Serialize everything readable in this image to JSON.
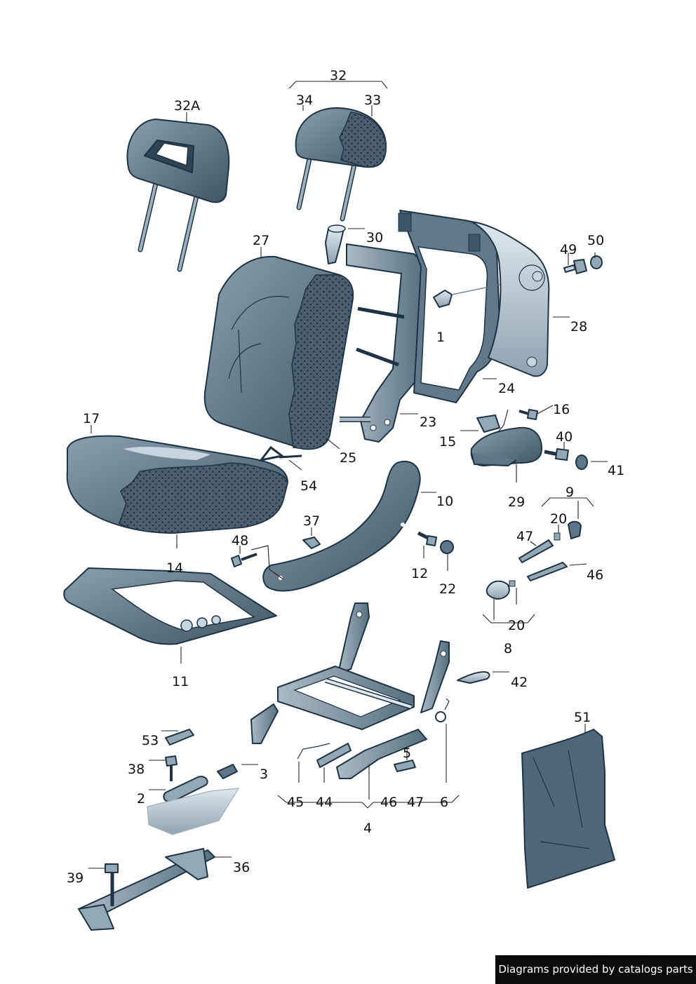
{
  "labels": {
    "l_32": "32",
    "l_32a": "32A",
    "l_34": "34",
    "l_33": "33",
    "l_30": "30",
    "l_27": "27",
    "l_49": "49",
    "l_50": "50",
    "l_1": "1",
    "l_28": "28",
    "l_24": "24",
    "l_16": "16",
    "l_17": "17",
    "l_23": "23",
    "l_15": "15",
    "l_40": "40",
    "l_41": "41",
    "l_25": "25",
    "l_54": "54",
    "l_29": "29",
    "l_10": "10",
    "l_9": "9",
    "l_37": "37",
    "l_20a": "20",
    "l_48": "48",
    "l_47a": "47",
    "l_14": "14",
    "l_12": "12",
    "l_46a": "46",
    "l_22": "22",
    "l_20b": "20",
    "l_8": "8",
    "l_11": "11",
    "l_42": "42",
    "l_51": "51",
    "l_53": "53",
    "l_38": "38",
    "l_5": "5",
    "l_3": "3",
    "l_2": "2",
    "l_45": "45",
    "l_44": "44",
    "l_46b": "46",
    "l_47b": "47",
    "l_6": "6",
    "l_4": "4",
    "l_36": "36",
    "l_39": "39"
  },
  "footer": {
    "credit": "Diagrams provided by catalogs parts"
  },
  "colors": {
    "part_fill": "#5d7688",
    "part_light": "#93a8b5",
    "outline": "#1e3446",
    "footer_bg": "#0b0b0b"
  }
}
